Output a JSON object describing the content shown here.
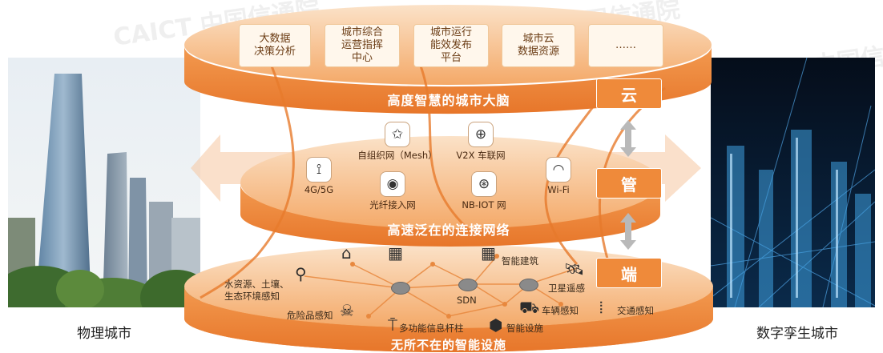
{
  "captions": {
    "left": "物理城市",
    "right": "数字孪生城市"
  },
  "cloud": {
    "boxes": [
      "大数据\n决策分析",
      "城市综合\n运营指挥\n中心",
      "城市运行\n能效发布\n平台",
      "城市云\n数据资源",
      "……"
    ],
    "title": "高度智慧的城市大脑"
  },
  "network": {
    "items": [
      {
        "label": "4G/5G",
        "icon": "antenna-icon",
        "glyph": "📶"
      },
      {
        "label": "自组织网（Mesh）",
        "icon": "mesh-icon",
        "glyph": "✩"
      },
      {
        "label": "V2X 车联网",
        "icon": "globe-car-icon",
        "glyph": "🌐"
      },
      {
        "label": "Wi-Fi",
        "icon": "wifi-icon",
        "glyph": "≋"
      },
      {
        "label": "光纤接入网",
        "icon": "fiber-icon",
        "glyph": "◉"
      },
      {
        "label": "NB-IOT 网",
        "icon": "nbiot-icon",
        "glyph": "⊛"
      }
    ],
    "title": "高速泛在的连接网络"
  },
  "terminal": {
    "labels": {
      "water": "水资源、土壤、\n生态环境感知",
      "building": "智能建筑",
      "satellite": "卫星遥感",
      "sdn": "SDN",
      "danger": "危险品感知",
      "vehicle": "车辆感知",
      "traffic": "交通感知",
      "pole": "多功能信息杆柱",
      "facility": "智能设施"
    },
    "title": "无所不在的智能设施"
  },
  "layers": {
    "cloud": "云",
    "pipe": "管",
    "end": "端"
  },
  "watermark": "CAICT 中国信通院",
  "colors": {
    "accent": "#ef8a3a",
    "disc": "#f6b27a",
    "band": "#ee7f2e"
  }
}
